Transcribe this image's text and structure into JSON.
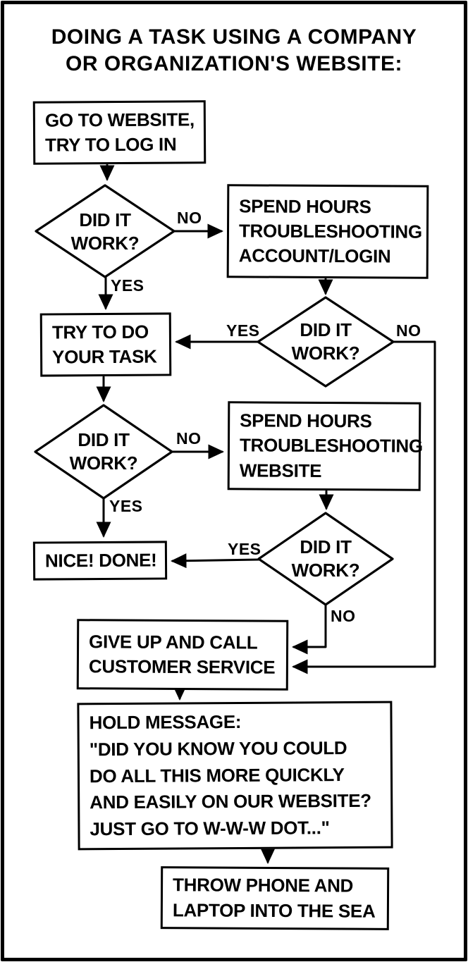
{
  "title": "DOING A TASK USING A COMPANY\nOR ORGANIZATION'S WEBSITE:",
  "nodes": {
    "go_to_website": "GO TO WEBSITE,\nTRY TO LOG IN",
    "did_it_work_1": "DID IT\nWORK?",
    "troubleshoot_login": "SPEND HOURS\nTROUBLESHOOTING\nACCOUNT/LOGIN",
    "did_it_work_2": "DID IT\nWORK?",
    "try_task": "TRY TO DO\nYOUR TASK",
    "did_it_work_3": "DID IT\nWORK?",
    "troubleshoot_website": "SPEND HOURS\nTROUBLESHOOTING\nWEBSITE",
    "did_it_work_4": "DID IT\nWORK?",
    "nice_done": "NICE! DONE!",
    "give_up": "GIVE UP AND CALL\nCUSTOMER SERVICE",
    "hold_message": "HOLD MESSAGE:\n\"DID YOU KNOW YOU COULD\nDO ALL THIS MORE QUICKLY\nAND EASILY ON OUR WEBSITE?\nJUST GO TO W-W-W DOT...\"",
    "throw_sea": "THROW PHONE AND\nLAPTOP INTO THE SEA"
  },
  "edges": [
    {
      "from": "go-to-website",
      "to": "did-it-work-1",
      "label": ""
    },
    {
      "from": "did-it-work-1",
      "to": "troubleshoot-login",
      "label": "NO"
    },
    {
      "from": "did-it-work-1",
      "to": "try-task",
      "label": "YES"
    },
    {
      "from": "troubleshoot-login",
      "to": "did-it-work-2",
      "label": ""
    },
    {
      "from": "did-it-work-2",
      "to": "try-task",
      "label": "YES"
    },
    {
      "from": "did-it-work-2",
      "to": "give-up",
      "label": "NO"
    },
    {
      "from": "try-task",
      "to": "did-it-work-3",
      "label": ""
    },
    {
      "from": "did-it-work-3",
      "to": "troubleshoot-website",
      "label": "NO"
    },
    {
      "from": "did-it-work-3",
      "to": "nice-done",
      "label": "YES"
    },
    {
      "from": "troubleshoot-website",
      "to": "did-it-work-4",
      "label": ""
    },
    {
      "from": "did-it-work-4",
      "to": "nice-done",
      "label": "YES"
    },
    {
      "from": "did-it-work-4",
      "to": "give-up",
      "label": "NO"
    },
    {
      "from": "give-up",
      "to": "hold-message",
      "label": ""
    },
    {
      "from": "hold-message",
      "to": "throw-sea",
      "label": ""
    }
  ],
  "colors": {
    "ink": "#000000",
    "paper": "#ffffff"
  }
}
